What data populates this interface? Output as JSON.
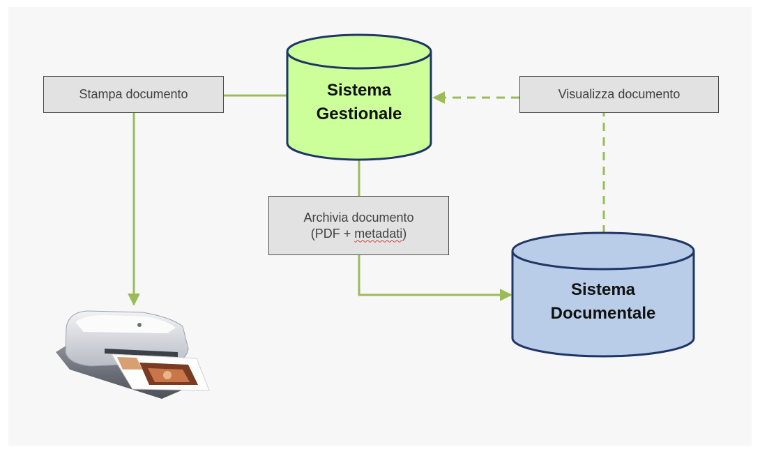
{
  "diagram": {
    "sistema_gestionale": {
      "line1": "Sistema",
      "line2": "Gestionale"
    },
    "sistema_documentale": {
      "line1": "Sistema",
      "line2": "Documentale"
    },
    "stampa_documento": "Stampa documento",
    "visualizza_documento": "Visualizza documento",
    "archivia_documento": {
      "line1": "Archivia documento",
      "line2_prefix": "(PDF + ",
      "line2_underlined": "metadati",
      "line2_suffix": ")"
    },
    "printer_icon": "printer-icon"
  },
  "colors": {
    "gestionale_fill": "#ccff99",
    "documentale_fill": "#b9cde8",
    "cylinder_stroke": "#1f3566",
    "connector": "#9bbb59",
    "box_fill": "#e2e2e2",
    "box_border": "#4a4a4a"
  }
}
